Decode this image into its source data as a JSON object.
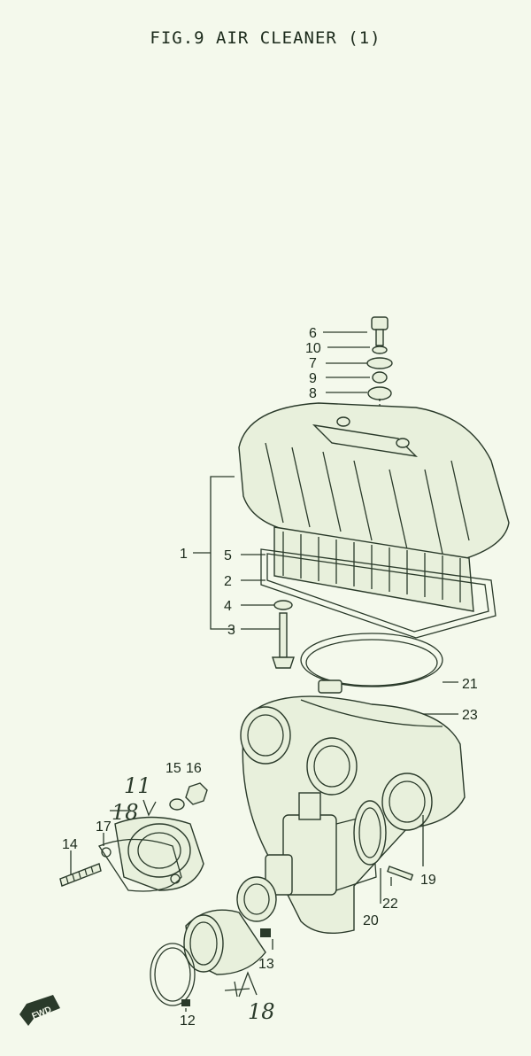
{
  "title": "FIG.9  AIR CLEANER (1)",
  "labels": [
    "1",
    "2",
    "3",
    "4",
    "5",
    "6",
    "7",
    "8",
    "9",
    "10",
    "12",
    "13",
    "14",
    "15",
    "16",
    "17",
    "19",
    "20",
    "21",
    "22",
    "23"
  ],
  "handwritten": {
    "eleven": "11",
    "eighteen_a": "18",
    "eighteen_b": "18"
  },
  "fwd": "FWD"
}
